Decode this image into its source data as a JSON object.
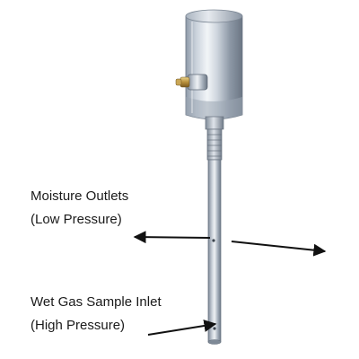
{
  "labels": {
    "moisture_outlets": {
      "line1": "Moisture Outlets",
      "line2": "(Low Pressure)"
    },
    "sample_inlet": {
      "line1": "Wet Gas Sample Inlet",
      "line2": "(High Pressure)"
    }
  },
  "icons": [
    "sensor-housing-icon",
    "fitting-icon",
    "probe-tube-icon",
    "arrow-icon"
  ],
  "colors": {
    "background": "#ffffff",
    "metal_light": "#d9dee6",
    "metal_dark": "#6f7b89",
    "arrow": "#111111",
    "text": "#1a1a1a"
  }
}
